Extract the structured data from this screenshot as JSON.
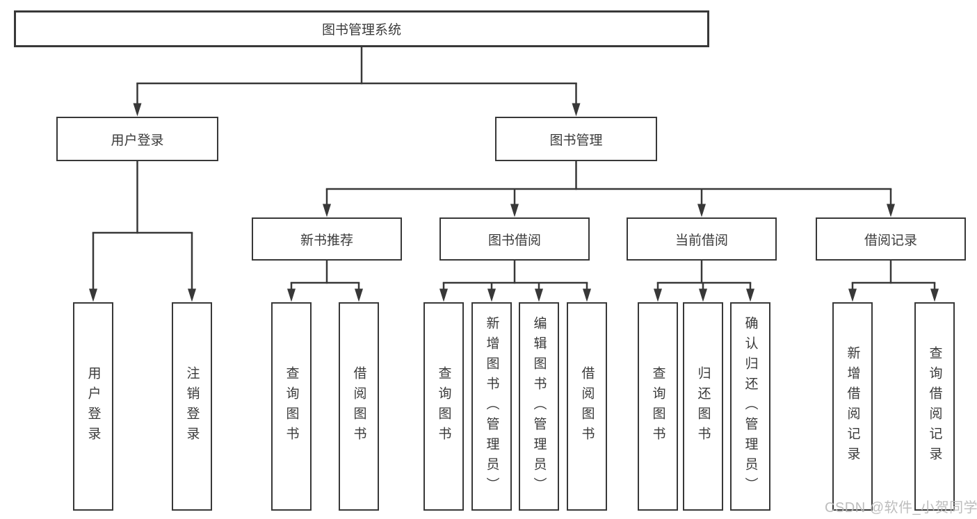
{
  "diagram": {
    "title": "图书管理系统",
    "watermark": "CSDN @软件_小贺同学",
    "colors": {
      "line": "#383838",
      "text": "#3a3a3a",
      "background": "#ffffff",
      "watermark": "#b7b7b7"
    },
    "nodes": [
      {
        "id": "root",
        "label": "图书管理系统"
      },
      {
        "id": "user-login",
        "label": "用户登录"
      },
      {
        "id": "book-mgmt",
        "label": "图书管理"
      },
      {
        "id": "new-book-rec",
        "label": "新书推荐"
      },
      {
        "id": "book-borrow",
        "label": "图书借阅"
      },
      {
        "id": "current-borrow",
        "label": "当前借阅"
      },
      {
        "id": "borrow-records",
        "label": "借阅记录"
      },
      {
        "id": "leaf-user-login",
        "label": "用户登录"
      },
      {
        "id": "leaf-logout",
        "label": "注销登录"
      },
      {
        "id": "leaf-query-books-1",
        "label": "查询图书"
      },
      {
        "id": "leaf-borrow-books-1",
        "label": "借阅图书"
      },
      {
        "id": "leaf-query-books-2",
        "label": "查询图书"
      },
      {
        "id": "leaf-add-books",
        "label": "新增图书（管理员）"
      },
      {
        "id": "leaf-edit-books",
        "label": "编辑图书（管理员）"
      },
      {
        "id": "leaf-borrow-books-2",
        "label": "借阅图书"
      },
      {
        "id": "leaf-query-books-3",
        "label": "查询图书"
      },
      {
        "id": "leaf-return-books",
        "label": "归还图书"
      },
      {
        "id": "leaf-confirm-return",
        "label": "确认归还（管理员）"
      },
      {
        "id": "leaf-add-borrow-record",
        "label": "新增借阅记录"
      },
      {
        "id": "leaf-query-borrow-record",
        "label": "查询借阅记录"
      }
    ],
    "edges": [
      [
        "root",
        "user-login"
      ],
      [
        "root",
        "book-mgmt"
      ],
      [
        "user-login",
        "leaf-user-login"
      ],
      [
        "user-login",
        "leaf-logout"
      ],
      [
        "book-mgmt",
        "new-book-rec"
      ],
      [
        "book-mgmt",
        "book-borrow"
      ],
      [
        "book-mgmt",
        "current-borrow"
      ],
      [
        "book-mgmt",
        "borrow-records"
      ],
      [
        "new-book-rec",
        "leaf-query-books-1"
      ],
      [
        "new-book-rec",
        "leaf-borrow-books-1"
      ],
      [
        "book-borrow",
        "leaf-query-books-2"
      ],
      [
        "book-borrow",
        "leaf-add-books"
      ],
      [
        "book-borrow",
        "leaf-edit-books"
      ],
      [
        "book-borrow",
        "leaf-borrow-books-2"
      ],
      [
        "current-borrow",
        "leaf-query-books-3"
      ],
      [
        "current-borrow",
        "leaf-return-books"
      ],
      [
        "current-borrow",
        "leaf-confirm-return"
      ],
      [
        "borrow-records",
        "leaf-add-borrow-record"
      ],
      [
        "borrow-records",
        "leaf-query-borrow-record"
      ]
    ]
  }
}
